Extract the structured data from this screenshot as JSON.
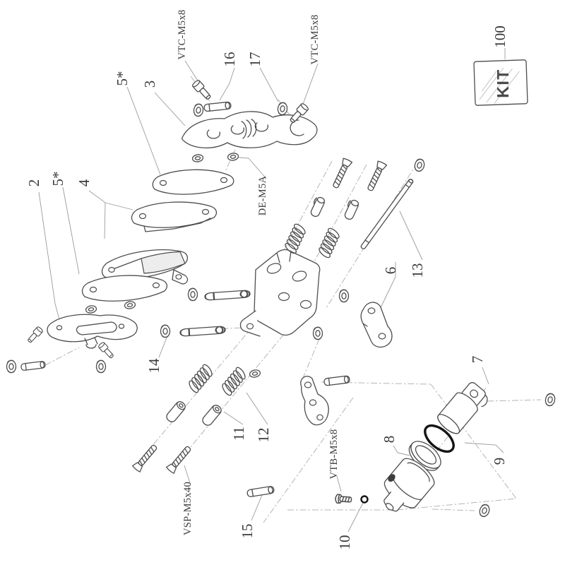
{
  "figure": {
    "type": "exploded-parts-diagram",
    "colors": {
      "line": "#4d4d4d",
      "leader": "#9b9b9b",
      "construction": "#b5b5b5",
      "oring": "#141414",
      "background": "#ffffff"
    }
  },
  "labels": {
    "part2": "2",
    "part3": "3",
    "part4": "4",
    "part5a": "5*",
    "part5b": "5*",
    "part6": "6",
    "part7": "7",
    "part8": "8",
    "part9": "9",
    "part10": "10",
    "part11": "11",
    "part12": "12",
    "part13": "13",
    "part14": "14",
    "part15": "15",
    "part16": "16",
    "part17": "17",
    "part100": "100",
    "vtc_m5x8_left": "VTC-M5x8",
    "vtc_m5x8_right": "VTC-M5x8",
    "de_m5a": "DE-M5A",
    "vsp_m5x40": "VSP-M5x40",
    "vtb_m5x8": "VTB-M5x8",
    "kit": "KIT"
  }
}
